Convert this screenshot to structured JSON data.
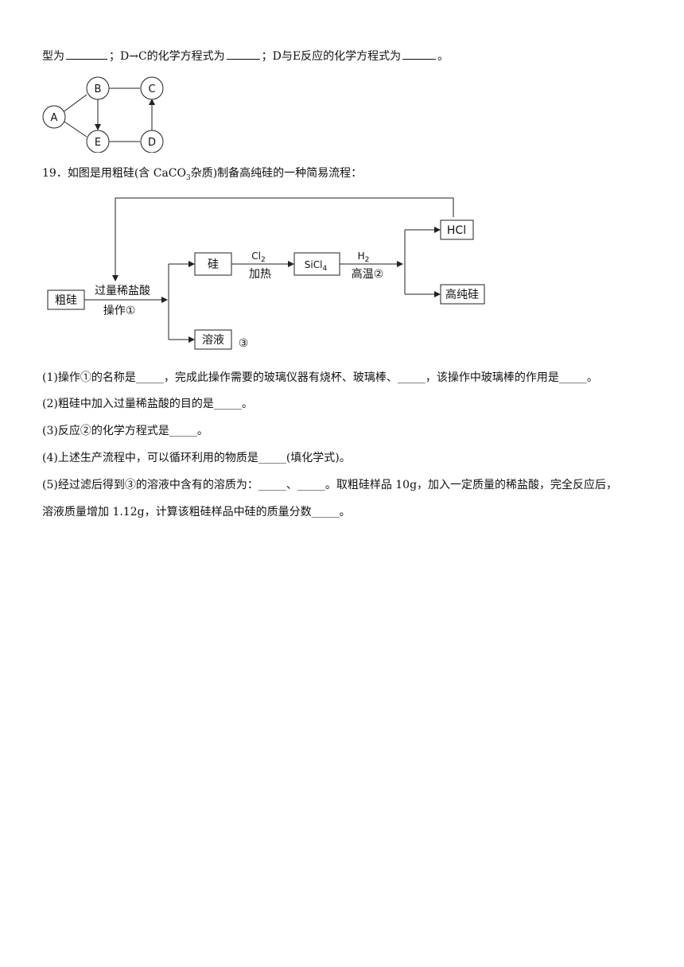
{
  "q18": {
    "line_parts": [
      "型为",
      "；D→C的化学方程式为",
      "；D与E反应的化学方程式为",
      "。"
    ],
    "nodes": {
      "A": "A",
      "B": "B",
      "C": "C",
      "D": "D",
      "E": "E"
    }
  },
  "q19": {
    "title_pre": "19．如图是用粗硅(含 CaCO",
    "title_sub": "3",
    "title_post": "杂质)制备高纯硅的一种简易流程：",
    "flow": {
      "crude_si": "粗硅",
      "reagent_top": "过量稀盐酸",
      "reagent_bottom": "操作①",
      "si": "硅",
      "cl2_main": "Cl",
      "cl2_sub": "2",
      "heat": "加热",
      "sicl4_main": "SiCl",
      "sicl4_sub": "4",
      "h2_main": "H",
      "h2_sub": "2",
      "high_temp": "高温②",
      "hcl": "HCl",
      "pure_si": "高纯硅",
      "solution": "溶液",
      "solution_mark": "③"
    },
    "questions": [
      "(1)操作①的名称是_____，完成此操作需要的玻璃仪器有烧杯、玻璃棒、_____，该操作中玻璃棒的作用是_____。",
      "(2)粗硅中加入过量稀盐酸的目的是_____。",
      "(3)反应②的化学方程式是_____。",
      "(4)上述生产流程中，可以循环利用的物质是_____(填化学式)。",
      "(5)经过滤后得到③的溶液中含有的溶质为：_____、_____。取粗硅样品 10g，加入一定质量的稀盐酸，完全反应后，",
      "溶液质量增加 1.12g，计算该粗硅样品中硅的质量分数_____。"
    ]
  }
}
